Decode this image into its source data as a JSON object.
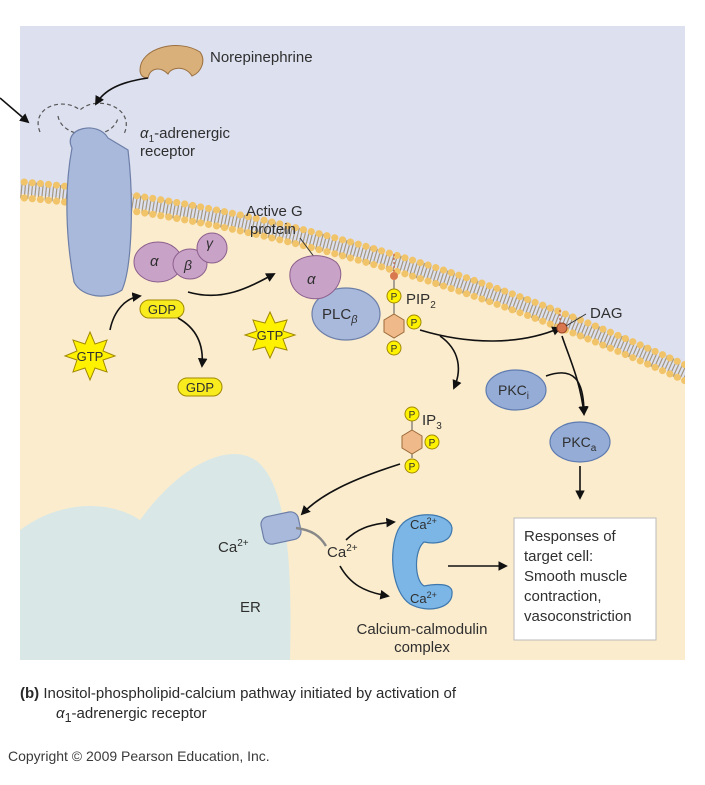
{
  "labels": {
    "norepinephrine": "Norepinephrine",
    "receptor_line1": "-adrenergic",
    "receptor_line2": "receptor",
    "active_g_line1": "Active G",
    "active_g_line2": "protein",
    "alpha": "α",
    "alpha1": "α",
    "beta": "β",
    "gamma": "γ",
    "gdp": "GDP",
    "gdp_released": "GDP",
    "gtp_left": "GTP",
    "gtp_bound": "GTP",
    "plc": "PLC",
    "plc_sub": "β",
    "pip2": "PIP",
    "pip2_sub": "2",
    "ip3": "IP",
    "ip3_sub": "3",
    "phosphate": "P",
    "dag": "DAG",
    "pkci": "PKC",
    "pkci_sub": "i",
    "pkca": "PKC",
    "pkca_sub": "a",
    "ca_er": "Ca",
    "ca_er_sup": "2+",
    "ca_cyto": "Ca",
    "ca_cyto_sup": "2+",
    "ca_top": "Ca",
    "ca_top_sup": "2+",
    "ca_bottom": "Ca",
    "ca_bottom_sup": "2+",
    "er": "ER",
    "complex_line1": "Calcium-calmodulin",
    "complex_line2": "complex",
    "responses": [
      "Responses of",
      "target cell:",
      "Smooth muscle",
      "contraction,",
      "vasoconstriction"
    ]
  },
  "caption": {
    "letter": "(b)",
    "line1": "Inositol-phospholipid-calcium pathway initiated by activation of",
    "line2_prefix": "α",
    "line2_sub": "1",
    "line2_rest": "-adrenergic receptor"
  },
  "copyright": "Copyright © 2009 Pearson Education, Inc.",
  "colors": {
    "extracellular": "#dde0ef",
    "cytoplasm": "#fbeccd",
    "lipid_head": "#f1c46a",
    "receptor": "#a9b9dc",
    "g_protein": "#c9a2c8",
    "gdp_fill": "#f8ec1e",
    "pkc": "#94acd6",
    "er": "#d9e8e6",
    "calmodulin": "#7bb6e6"
  }
}
